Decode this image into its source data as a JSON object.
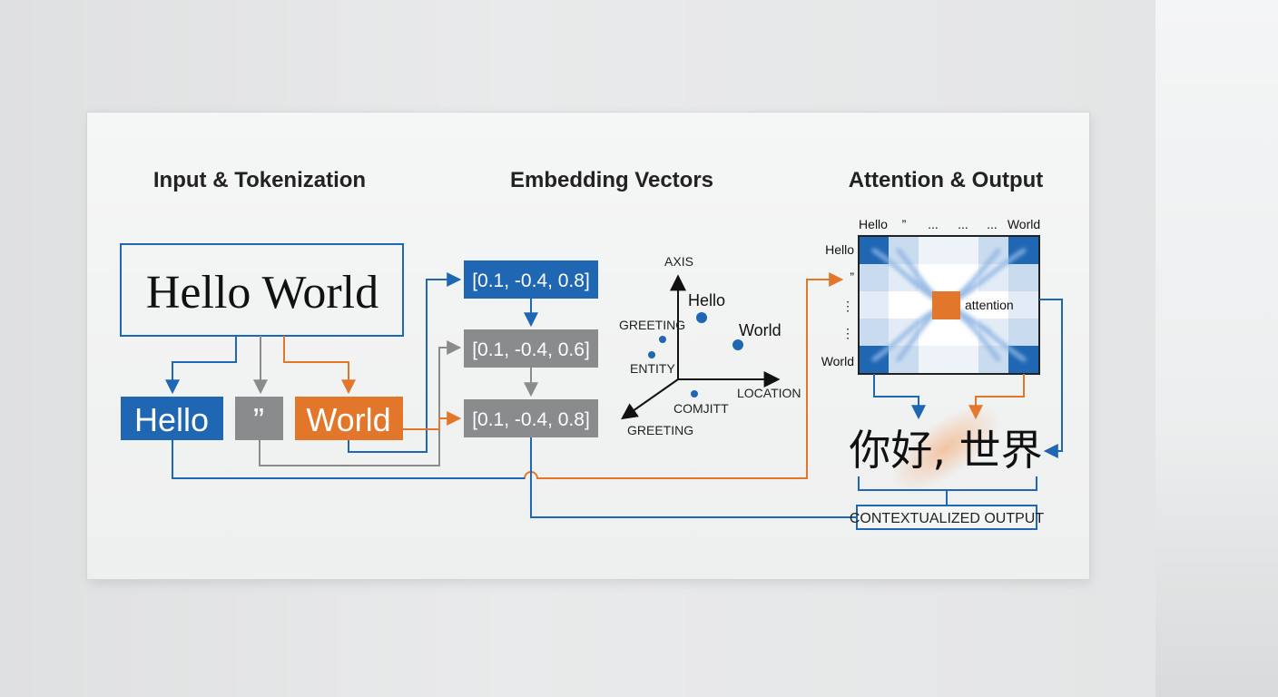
{
  "sections": {
    "input_title": "Input & Tokenization",
    "embedding_title": "Embedding Vectors",
    "attention_title": "Attention & Output"
  },
  "input": {
    "text": "Hello World",
    "tokens": [
      "Hello",
      "”",
      "World"
    ]
  },
  "embeddings": {
    "vectors": [
      "[0.1, -0.4, 0.8]",
      "[0.1, -0.4, 0.6]",
      "[0.1, -0.4, 0.8]"
    ]
  },
  "vector_space": {
    "axis_label": "AXIS",
    "labels": [
      "GREETING",
      "ENTITY",
      "LOCATION",
      "COMJITT",
      "GREETING"
    ],
    "points": [
      "Hello",
      "World"
    ]
  },
  "attention": {
    "column_labels": [
      "Hello",
      "”",
      "...",
      "...",
      "...",
      "World"
    ],
    "row_labels": [
      "Hello",
      "”",
      "⋮",
      "⋮",
      "World"
    ],
    "center_label": "attention"
  },
  "output": {
    "text": "你好, 世界",
    "caption": "CONTEXTUALIZED OUTPUT"
  },
  "colors": {
    "blue": "#1f66b3",
    "orange": "#e2772b",
    "gray": "#8a8b8d",
    "dark": "#222222"
  }
}
